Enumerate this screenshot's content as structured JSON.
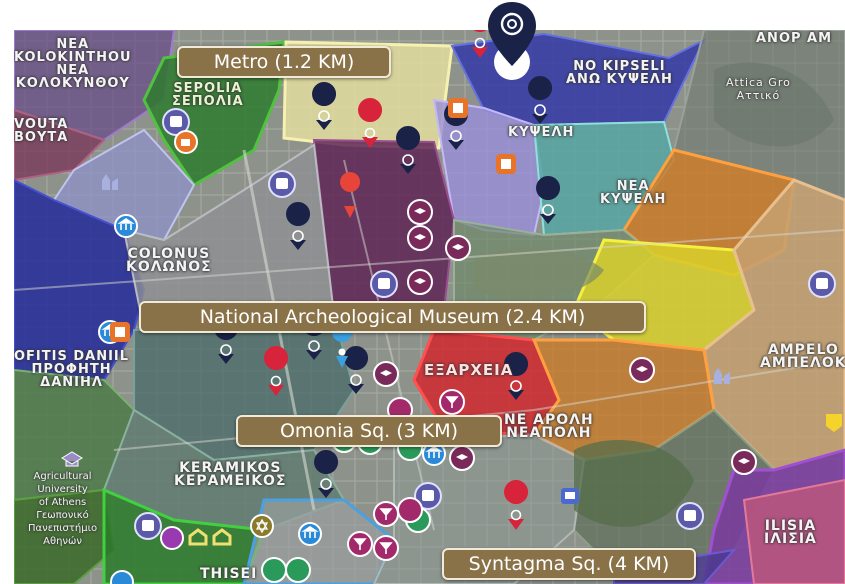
{
  "labels": {
    "metro": "Metro (1.2 KM)",
    "museum": "National Archeological Museum (2.4 KM)",
    "omonia": "Omonia Sq. (3 KM)",
    "syntagma": "Syntagma Sq. (4 KM)"
  },
  "areas": {
    "nea_kolokinthou": [
      "NEA",
      "KOLOKINTHOU",
      "ΝΕΑ",
      "ΚΟΛΟΚΥΝΘΟΥ"
    ],
    "sepolia": [
      "SEPOLIA",
      "ΣΕΠΟΛΙΑ"
    ],
    "vouta": [
      "VOUTA",
      "ΒΟΥΤΑ"
    ],
    "kato_kipseli": [
      "NO KIPSELI",
      "ΑΝΩ ΚΥΨΕΛΗ"
    ],
    "kypseli": [
      "KYΨΕΛΗ"
    ],
    "nea_kypseli": [
      "NEA",
      "ΚΥΨΕΛΗ"
    ],
    "anopatissia": [
      "ΑΝΟΡ ΑΜ"
    ],
    "colonus": [
      "COLONUS",
      "ΚΟΛΩΝΟΣ"
    ],
    "profitis_daniil": [
      "OFITIS DANIIL",
      "ΠΡΟΦΗΤΗ",
      "ΔΑΝΙΗΛ"
    ],
    "exarchia": [
      "ΕΞΑΡΧΕΙΑ"
    ],
    "neapoli": [
      "ΝΕ ΑΡΟΛΗ",
      "ΝΕΑΠΟΛΗ"
    ],
    "ampelokipoi": [
      "AMPELO",
      "ΑΜΠΕΛΟΚ"
    ],
    "kerameikos": [
      "KERAMIKOS",
      "ΚΕΡΑΜΕΙΚΟΣ"
    ],
    "thiseio": [
      "THISEI"
    ],
    "ilisia": [
      "ILISIA",
      "ΙΛΙΣΙΑ"
    ],
    "agricultural": [
      "Agricultural",
      "University",
      "of Athens",
      "Γεωπονικό",
      "Πανεπιστήμιο",
      "Αθηνών"
    ],
    "attica": [
      "Attica Gro",
      "Αττικό"
    ]
  },
  "colors": {
    "label_bg": "#8a7248",
    "label_border": "#f2ead8",
    "pin_navy": "#1a2247",
    "pin_red": "#d7243a",
    "pin_purple": "#7a2a5a"
  },
  "icons": [
    "eye-pin-icon",
    "pin-icon",
    "education-icon",
    "metro-icon",
    "museum-icon",
    "restaurant-icon",
    "cafe-icon",
    "bar-icon",
    "hindu-temple-icon",
    "synagogue-icon"
  ]
}
